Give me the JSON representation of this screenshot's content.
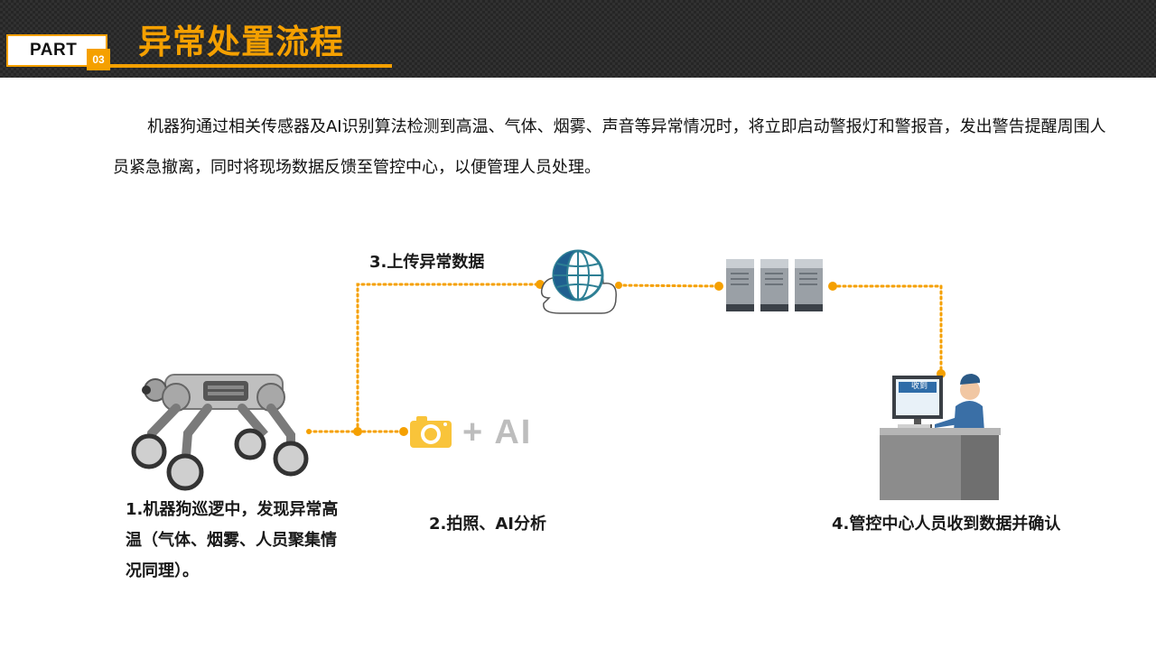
{
  "header": {
    "part_label": "PART",
    "part_number": "03",
    "title": "异常处置流程"
  },
  "intro": {
    "text": "机器狗通过相关传感器及AI识别算法检测到高温、气体、烟雾、声音等异常情况时，将立即启动警报灯和警报音，发出警告提醒周围人员紧急撤离，同时将现场数据反馈至管控中心，以便管理人员处理。"
  },
  "steps": [
    {
      "label": "1.机器狗巡逻中，发现异常高温（气体、烟雾、人员聚集情况同理）。"
    },
    {
      "label": "2.拍照、AI分析"
    },
    {
      "label": "3.上传异常数据"
    },
    {
      "label": "4.管控中心人员收到数据并确认"
    }
  ],
  "ai_badge": {
    "text": "+ AI"
  },
  "monitor": {
    "text": "收到"
  },
  "icons": {
    "robot": "robot-dog-icon",
    "camera": "camera-icon",
    "cloud": "cloud-globe-icon",
    "servers": "server-rack-icon",
    "operator": "operator-desk-icon"
  },
  "colors": {
    "accent": "#f5a000",
    "header_bg": "#262626",
    "text": "#111111"
  }
}
